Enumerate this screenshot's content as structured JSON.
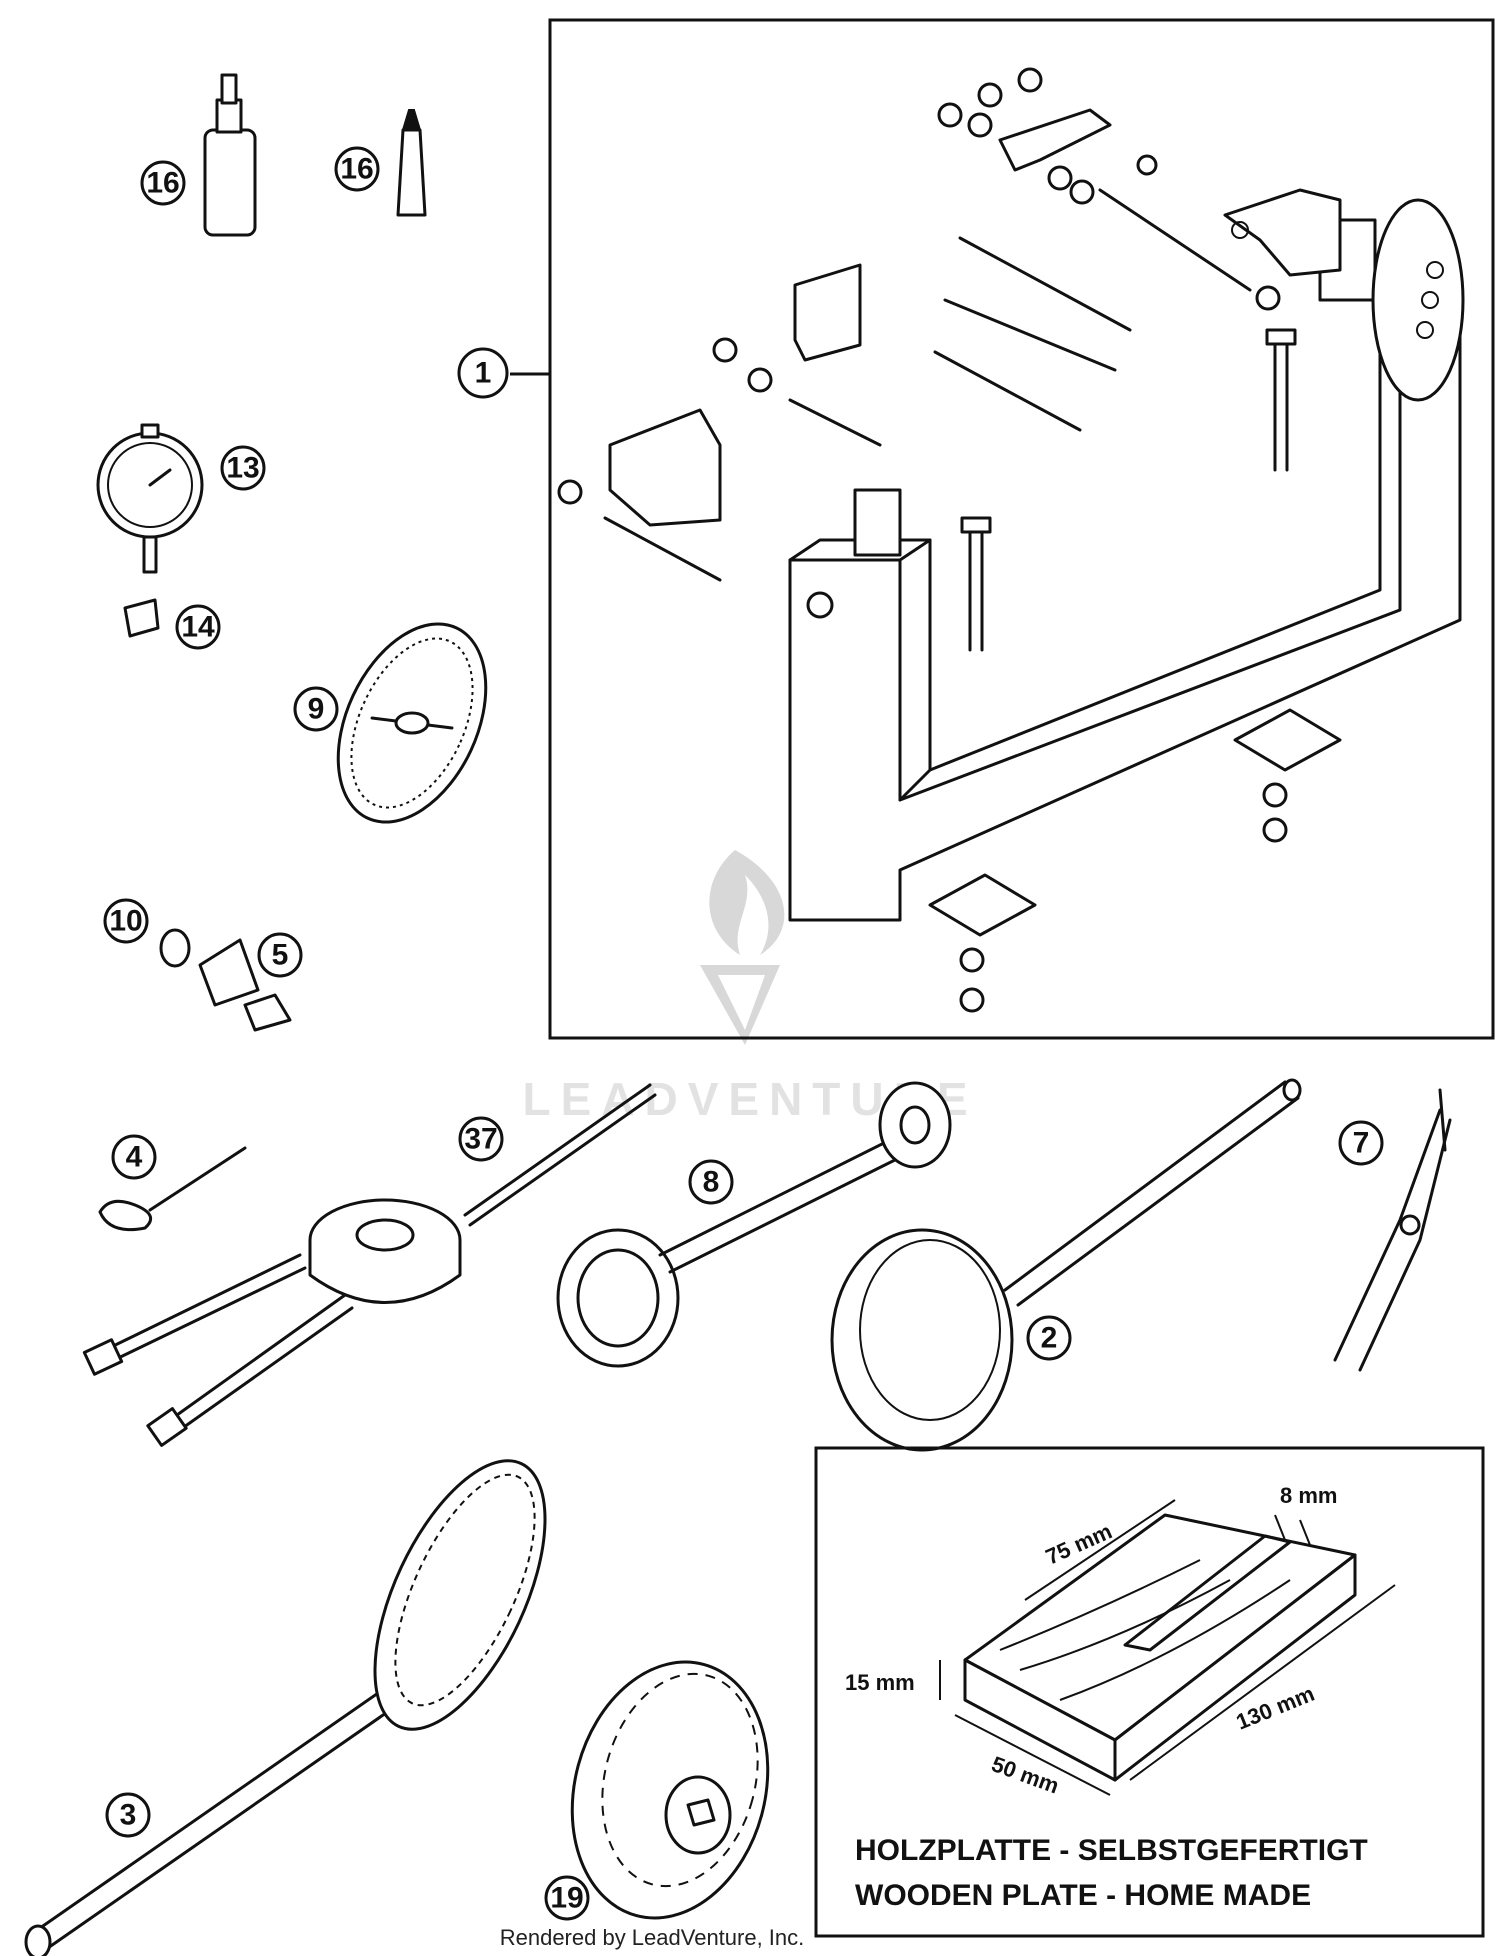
{
  "callouts": {
    "c1": "1",
    "c2": "2",
    "c3": "3",
    "c4": "4",
    "c5": "5",
    "c7": "7",
    "c8": "8",
    "c9": "9",
    "c10": "10",
    "c13": "13",
    "c14": "14",
    "c16a": "16",
    "c16b": "16",
    "c19": "19",
    "c37": "37"
  },
  "wooden_plate": {
    "dim_8": "8 mm",
    "dim_75": "75 mm",
    "dim_15": "15 mm",
    "dim_130": "130 mm",
    "dim_50": "50 mm",
    "note_de": "HOLZPLATTE - SELBSTGEFERTIGT",
    "note_en": "WOODEN PLATE - HOME MADE"
  },
  "watermark": {
    "text": "LEADVENTURE"
  },
  "footer": {
    "rendered_by": "Rendered by LeadVenture, Inc."
  }
}
